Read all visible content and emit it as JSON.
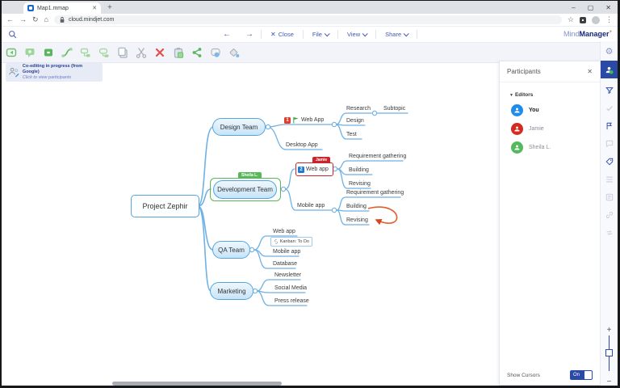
{
  "browser": {
    "tab_title": "Map1.mmap",
    "tab_close": "✕",
    "new_tab": "+",
    "url": "cloud.mindjet.com",
    "back": "←",
    "forward": "→",
    "reload": "↻",
    "home": "⌂",
    "star": "☆",
    "menu_dots": "⋮",
    "minimize": "–",
    "maximize": "▢",
    "close": "✕"
  },
  "menu": {
    "back": "←",
    "forward": "→",
    "close_x": "✕",
    "close": "Close",
    "file": "File",
    "view": "View",
    "share": "Share",
    "logo": {
      "mind": "Mind",
      "manager": "Manager",
      "plus": "+"
    }
  },
  "toolbar": {
    "icons": [
      "add-topic",
      "add-callout",
      "add-subtopic",
      "add-relationship",
      "insert-topic-before",
      "insert-topic-after",
      "copy",
      "cut",
      "delete",
      "paste",
      "share",
      "add-boundary",
      "format-painter"
    ]
  },
  "banner": {
    "line1": "Co-editing in progress (from Google)",
    "line2": "Click to view participants"
  },
  "map": {
    "root": "Project Zephir",
    "design_team": "Design Team",
    "web_app": "Web App",
    "web_app_priority": "1",
    "research": "Research",
    "subtopic": "Subtopic",
    "design": "Design",
    "test": "Test",
    "desktop_app": "Desktop App",
    "dev_team": "Development Team",
    "dev_team_editor_tag": "Sheila L.",
    "dev_web_app": "Web app",
    "dev_web_app_priority": "2",
    "dev_web_app_tag": "Jamie",
    "req_gathering_1": "Requirement gathering",
    "building_1": "Building",
    "revising_1": "Revising",
    "mobile_app": "Mobile app",
    "req_gathering_2": "Requirement gathering",
    "building_2": "Building",
    "revising_2": "Revising",
    "qa_team": "QA Team",
    "qa_web_app": "Web app",
    "kanban_link": "Kanban: To Do",
    "qa_mobile_app": "Mobile app",
    "database": "Database",
    "marketing": "Marketing",
    "newsletter": "Newsletter",
    "social_media": "Social Media",
    "press_release": "Press release"
  },
  "participants": {
    "title": "Participants",
    "close": "✕",
    "editors_label": "Editors",
    "members": [
      {
        "name": "You",
        "color": "#1f8ceb"
      },
      {
        "name": "Jamie",
        "color": "#d42a20"
      },
      {
        "name": "Sheila L.",
        "color": "#53b95c"
      }
    ],
    "show_cursors": "Show Cursors",
    "toggle_on": "On"
  },
  "rail": {
    "icons": [
      "settings",
      "participants",
      "filter",
      "task-complete",
      "flags",
      "comments",
      "tags",
      "outline",
      "properties",
      "links",
      "revisions"
    ],
    "zoom_in": "+",
    "zoom_out": "−"
  },
  "colors": {
    "branch_blue": "#6fb1e4",
    "bubble_border": "#55a5db",
    "accent_green": "#57b857",
    "alert_red": "#c9252b",
    "priority_red": "#e23c2e",
    "priority_blue": "#1a7ad4",
    "relationship_orange": "#e2602c",
    "rail_active": "#2b4aa5"
  }
}
